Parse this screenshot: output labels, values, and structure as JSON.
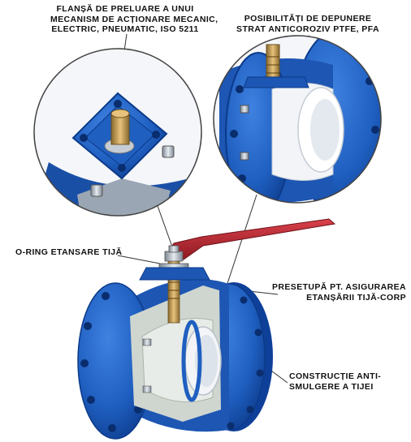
{
  "labels": {
    "flange": [
      "FLANȘĂ DE PRELUARE A UNUI",
      "MECANISM DE ACȚIONARE MECANIC,",
      "ELECTRIC, PNEUMATIC, ISO 5211"
    ],
    "coating": [
      "POSIBILITĂȚI DE DEPUNERE",
      "STRAT ANTICOROZIV PTFE, PFA"
    ],
    "oring": [
      "O-RING ETANSARE TIJĂ"
    ],
    "gland": [
      "PRESETUPĂ PT. ASIGURAREA",
      "ETANȘĂRII TIJĂ-CORP"
    ],
    "antiblowout": [
      "CONSTRUCȚIE ANTI-",
      "SMULGERE A TIJEI"
    ]
  },
  "colors": {
    "valve_blue": "#1f5fc0",
    "valve_dark": "#0c3a8a",
    "handle_red": "#b0222c",
    "brass": "#c9a25a",
    "ptfe_white": "#f2f4f7",
    "leader": "#333333",
    "circle_stroke": "#444444"
  },
  "icons": {
    "flange_detail": "mounting-flange-icon",
    "coating_detail": "ptfe-lined-body-icon",
    "valve": "ball-valve-icon"
  }
}
